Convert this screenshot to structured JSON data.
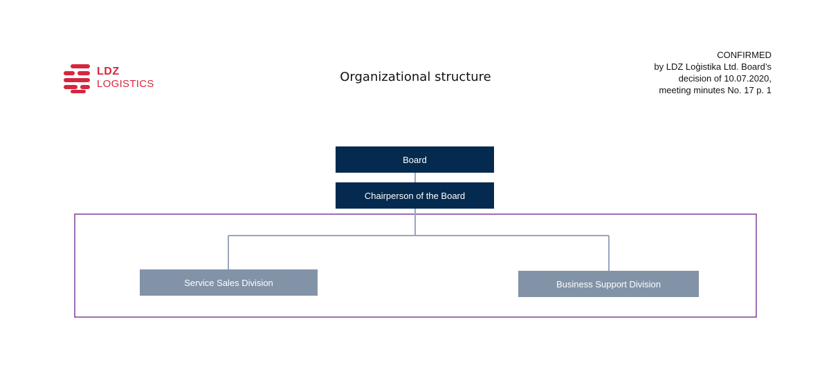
{
  "logo": {
    "line1": "LDZ",
    "line2": "LOGISTICS",
    "color": "#d7263d"
  },
  "title": "Organizational structure",
  "confirmation": {
    "line1": "CONFIRMED",
    "line2": "by LDZ Loģistika Ltd. Board’s",
    "line3": "decision of 10.07.2020,",
    "line4": "meeting minutes No. 17 p. 1"
  },
  "org": {
    "board": "Board",
    "chair": "Chairperson of the Board",
    "division_left": "Service Sales Division",
    "division_right": "Business Support Division"
  },
  "colors": {
    "dark_box": "#052a4f",
    "division_box": "#8293a8",
    "connector": "#9aa5bb",
    "frame": "#7b3f98"
  }
}
